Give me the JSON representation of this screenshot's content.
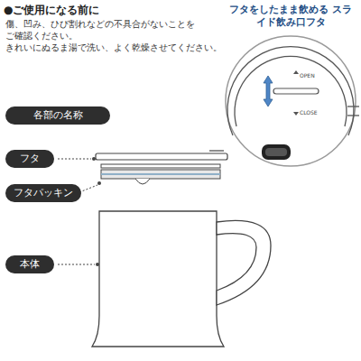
{
  "diagram": {
    "nodes": [
      {
        "text": [
          "各部の名称"
        ]
      },
      {
        "text": [
          "フタ"
        ]
      },
      {
        "text": [
          "フタパッキン"
        ]
      },
      {
        "text": [
          "本体"
        ]
      }
    ],
    "edges": [],
    "labels": [
      "●ご使用になる前に",
      "傷、凹み、ひび割れなどの不具合がないことを ご確認ください。",
      "きれいにぬるま湯で洗い、よく乾燥させてください。",
      "フタをしたまま飲める スライド飲み口フタ",
      "OPEN",
      "CLOSE"
    ]
  }
}
